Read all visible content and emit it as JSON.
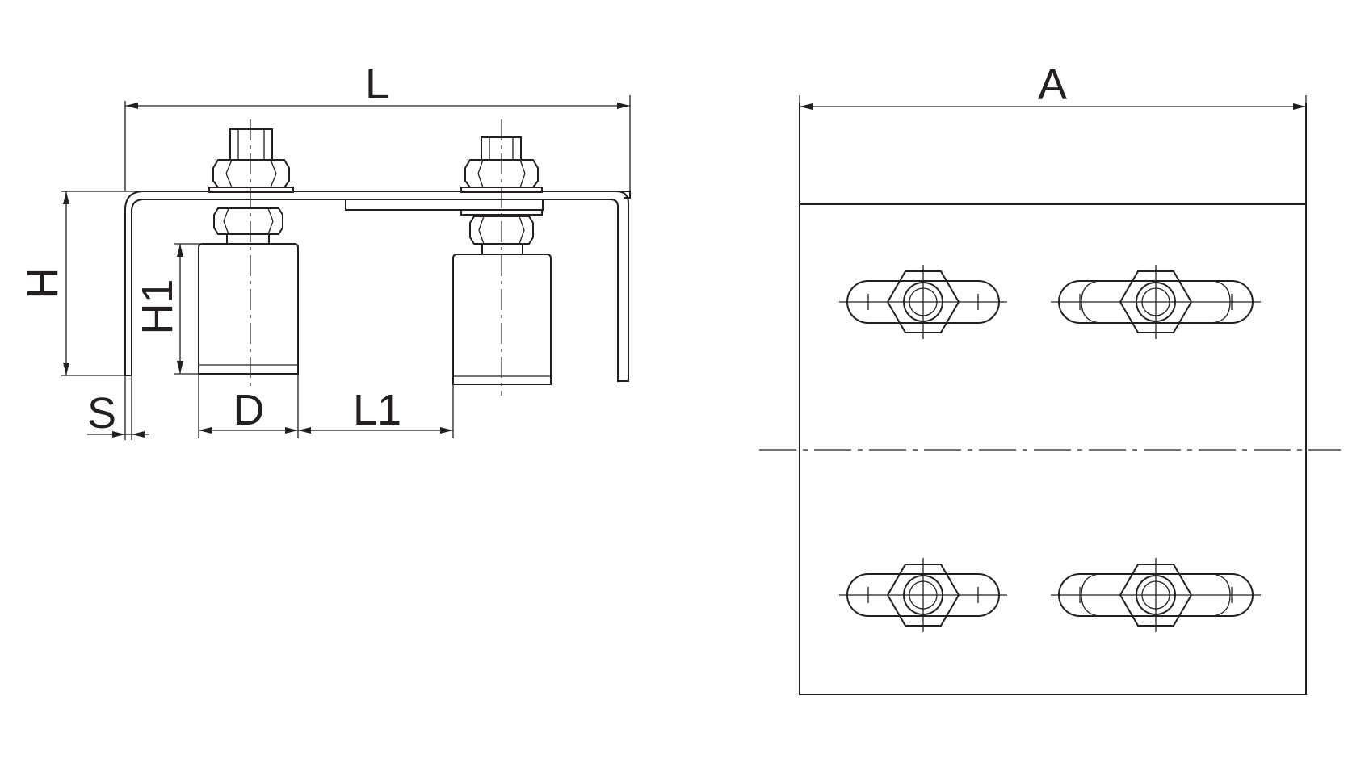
{
  "side_view": {
    "labels": {
      "L": "L",
      "H": "H",
      "H1": "H1",
      "S": "S",
      "D": "D",
      "L1": "L1"
    }
  },
  "front_view": {
    "labels": {
      "A": "A"
    }
  }
}
